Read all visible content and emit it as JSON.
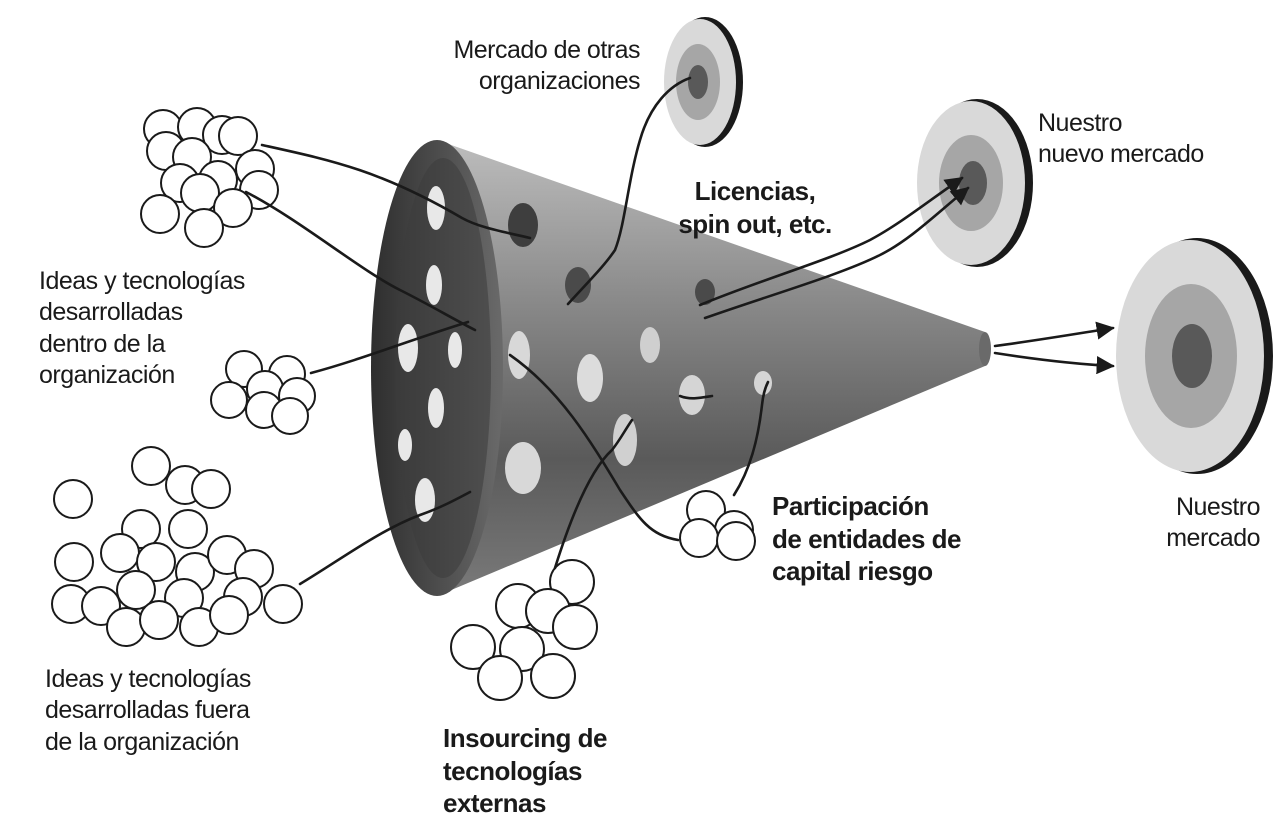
{
  "labels": {
    "otras_org": [
      "Mercado de otras",
      "organizaciones"
    ],
    "nuevo_mercado": [
      "Nuestro",
      "nuevo mercado"
    ],
    "licencias": [
      "Licencias,",
      "spin out, etc."
    ],
    "ideas_dentro": [
      "Ideas y tecnologías",
      "desarrolladas",
      "dentro de la",
      "organización"
    ],
    "ideas_fuera": [
      "Ideas y tecnologías",
      "desarrolladas fuera",
      "de la organización"
    ],
    "participacion": [
      "Participación",
      "de entidades de",
      "capital riesgo"
    ],
    "insourcing": [
      "Insourcing de",
      "tecnologías",
      "externas"
    ],
    "nuestro_mercado": [
      "Nuestro",
      "mercado"
    ]
  },
  "colors": {
    "bubble_fill": "#ffffff",
    "stroke": "#1a1a1a",
    "target_outer": "#d9d9d9",
    "target_middle": "#a6a6a6",
    "target_inner": "#595959"
  }
}
